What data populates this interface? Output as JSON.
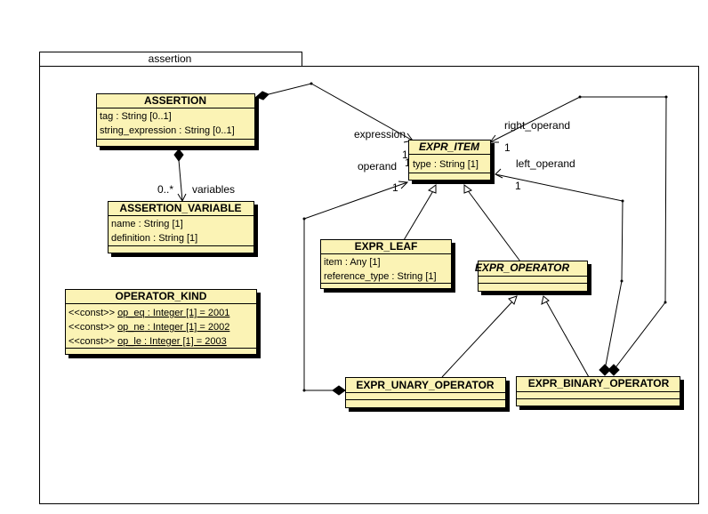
{
  "package": {
    "name": "assertion"
  },
  "colors": {
    "class_fill": "#fbf3b5",
    "class_shadow": "#000000",
    "line": "#000000",
    "background": "#ffffff"
  },
  "classes": {
    "assertion": {
      "name": "ASSERTION",
      "attrs": [
        "tag : String [0..1]",
        "string_expression : String [0..1]"
      ]
    },
    "assertion_variable": {
      "name": "ASSERTION_VARIABLE",
      "attrs": [
        "name : String [1]",
        "definition : String [1]"
      ]
    },
    "operator_kind": {
      "name": "OPERATOR_KIND",
      "stereotype": "<<const>>",
      "consts": [
        {
          "name": "op_eq",
          "rest": " : Integer [1] = 2001"
        },
        {
          "name": "op_ne",
          "rest": " : Integer [1] = 2002"
        },
        {
          "name": "op_le",
          "rest": " : Integer [1] = 2003"
        }
      ]
    },
    "expr_item": {
      "name": "EXPR_ITEM",
      "attrs": [
        "type : String [1]"
      ]
    },
    "expr_leaf": {
      "name": "EXPR_LEAF",
      "attrs": [
        "item : Any [1]",
        "reference_type : String [1]"
      ]
    },
    "expr_operator": {
      "name": "EXPR_OPERATOR"
    },
    "expr_unary_operator": {
      "name": "EXPR_UNARY_OPERATOR"
    },
    "expr_binary_operator": {
      "name": "EXPR_BINARY_OPERATOR"
    }
  },
  "labels": {
    "expression": "expression",
    "expression_mult": "1",
    "operand": "operand",
    "operand_mult_top": "1",
    "operand_mult_bottom": "1",
    "right_operand": "right_operand",
    "right_operand_mult": "1",
    "left_operand": "left_operand",
    "left_operand_mult": "1",
    "variables_mult": "0..*",
    "variables": "variables"
  }
}
